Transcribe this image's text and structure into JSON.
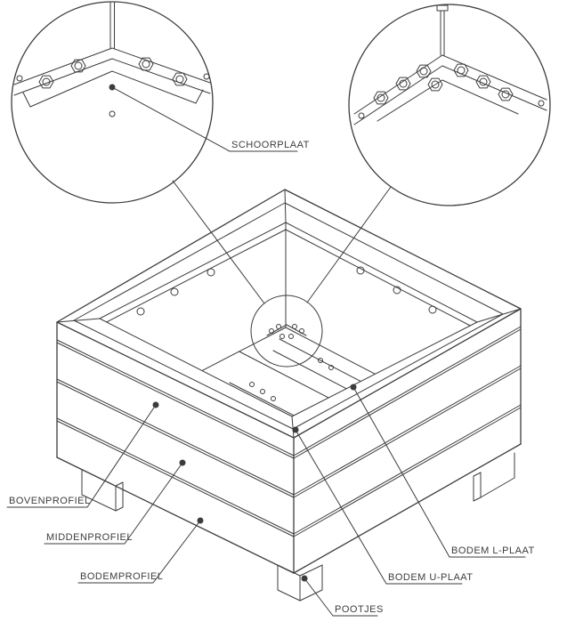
{
  "diagram": {
    "kind": "technical-assembly-drawing",
    "subject": "wooden planter box (bloembak) exploded corner details",
    "colors": {
      "line": "#3c3c3c",
      "background": "#ffffff"
    },
    "callouts": [
      {
        "id": "schoorplaat",
        "label": "SCHOORPLAAT"
      },
      {
        "id": "bovenprofiel",
        "label": "BOVENPROFIEL"
      },
      {
        "id": "middenprofiel",
        "label": "MIDDENPROFIEL"
      },
      {
        "id": "bodemprofiel",
        "label": "BODEMPROFIEL"
      },
      {
        "id": "bodem_l_plaat",
        "label": "BODEM L-PLAAT"
      },
      {
        "id": "bodem_u_plaat",
        "label": "BODEM U-PLAAT"
      },
      {
        "id": "pootjes",
        "label": "POOTJES"
      }
    ]
  }
}
